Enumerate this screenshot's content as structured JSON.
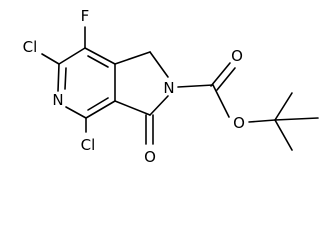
{
  "structure": {
    "atoms": {
      "fluorine": "F",
      "chlorine_top": "Cl",
      "chlorine_bottom": "Cl",
      "nitrogen_pyridine": "N",
      "nitrogen_lactam": "N",
      "oxygen_ketone": "O",
      "oxygen_ester": "O",
      "oxygen_carbonyl": "O"
    }
  },
  "colors": {
    "bond": "#000000",
    "label": "#000000",
    "background": "#ffffff"
  }
}
